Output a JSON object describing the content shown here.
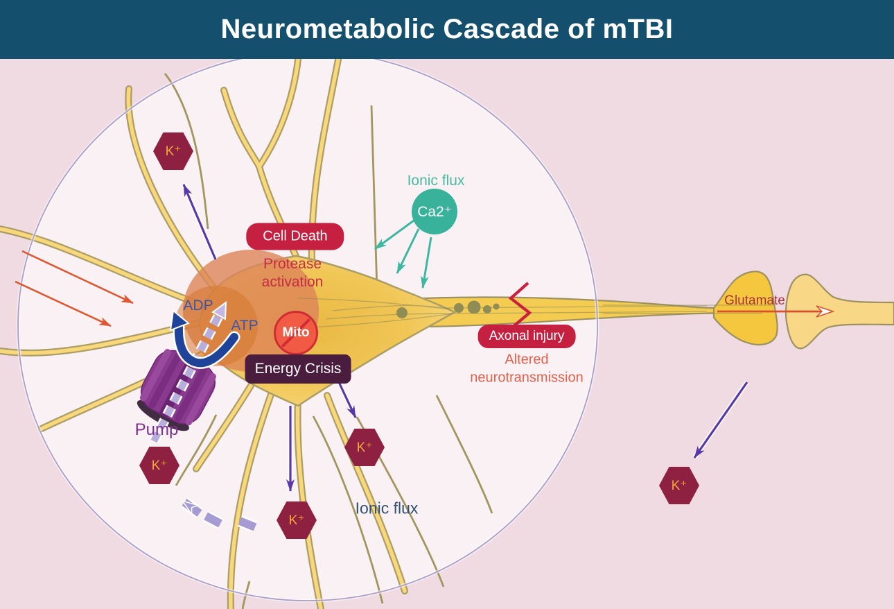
{
  "header": {
    "title": "Neurometabolic Cascade of mTBI",
    "bg_color": "#14506e",
    "text_color": "#ffffff"
  },
  "labels": {
    "cell_death": "Cell Death",
    "protease_line1": "Protease",
    "protease_line2": "activation",
    "ionic_flux_top": "Ionic flux",
    "ca_ion": "Ca2⁺",
    "adp": "ADP",
    "atp": "ATP",
    "mito": "Mito",
    "energy_crisis": "Energy Crisis",
    "pump": "Pump",
    "axonal_injury": "Axonal injury",
    "altered_line1": "Altered",
    "altered_line2": "neurotransmission",
    "glutamate": "Glutamate",
    "ionic_flux_bottom": "Ionic flux",
    "k_ion": "K⁺"
  },
  "colors": {
    "header_bg": "#14506e",
    "outer_background": "#f0dbe2",
    "inner_circle": "#faf1f5",
    "circle_edge": "#a79fc9",
    "badge_red": "#c62041",
    "badge_plum": "#4a1c3e",
    "teal": "#3db8a0",
    "ca_circle": "#38b29a",
    "purple_arrow": "#5838a8",
    "lavender_arrow": "#a79bd3",
    "orange_arrow": "#e0562f",
    "blue_arrow": "#20439a",
    "red_zigzag": "#cc1f3d",
    "k_hex_bg": "#8e2041",
    "k_text_gold": "#f2a93b",
    "mito_bg": "#f15a43",
    "pump_purple": "#8a3a8e",
    "neuron_gold": "#f0c655",
    "dendrite_outline": "#ab9d66"
  }
}
